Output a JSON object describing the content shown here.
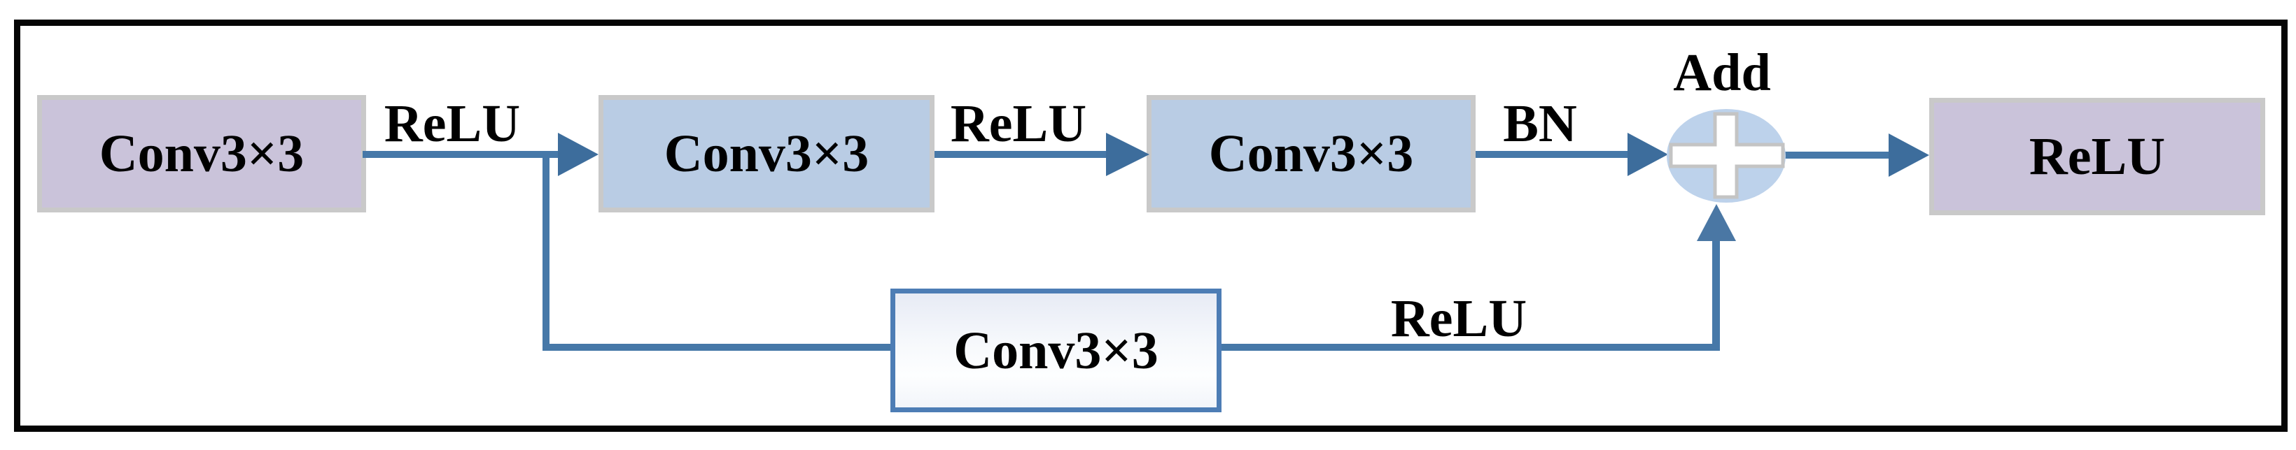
{
  "diagram": {
    "kind": "residual-convolution-block",
    "nodes": {
      "conv1": {
        "label": "Conv3×3",
        "style": "lavender-filled"
      },
      "conv2": {
        "label": "Conv3×3",
        "style": "blue-filled"
      },
      "conv3": {
        "label": "Conv3×3",
        "style": "blue-filled"
      },
      "skip_conv": {
        "label": "Conv3×3",
        "style": "white-outlined"
      },
      "add": {
        "label": "Add",
        "style": "circle-plus-junction"
      },
      "output": {
        "label": "ReLU",
        "style": "lavender-filled"
      }
    },
    "edge_labels": {
      "conv1_to_conv2": "ReLU",
      "conv2_to_conv3": "ReLU",
      "conv3_to_add": "BN",
      "skip_to_add": "ReLU"
    },
    "icons": {
      "plus": "plus-sign-in-circle",
      "arrowheads": "solid-triangle"
    },
    "colors": {
      "lavender_box_fill": "#CAC3DA",
      "blue_box_fill": "#B9CCE4",
      "box_border_gray": "#C9C9C9",
      "skip_box_border_blue": "#4D7DB5",
      "arrow_line": "#4678A8",
      "arrow_head": "#3D6D9C",
      "add_circle_fill": "#BDD2EB",
      "plus_outline_gray": "#C4C4C4",
      "outer_frame": "#050505",
      "text": "#000000",
      "background": "#FFFFFF"
    }
  }
}
